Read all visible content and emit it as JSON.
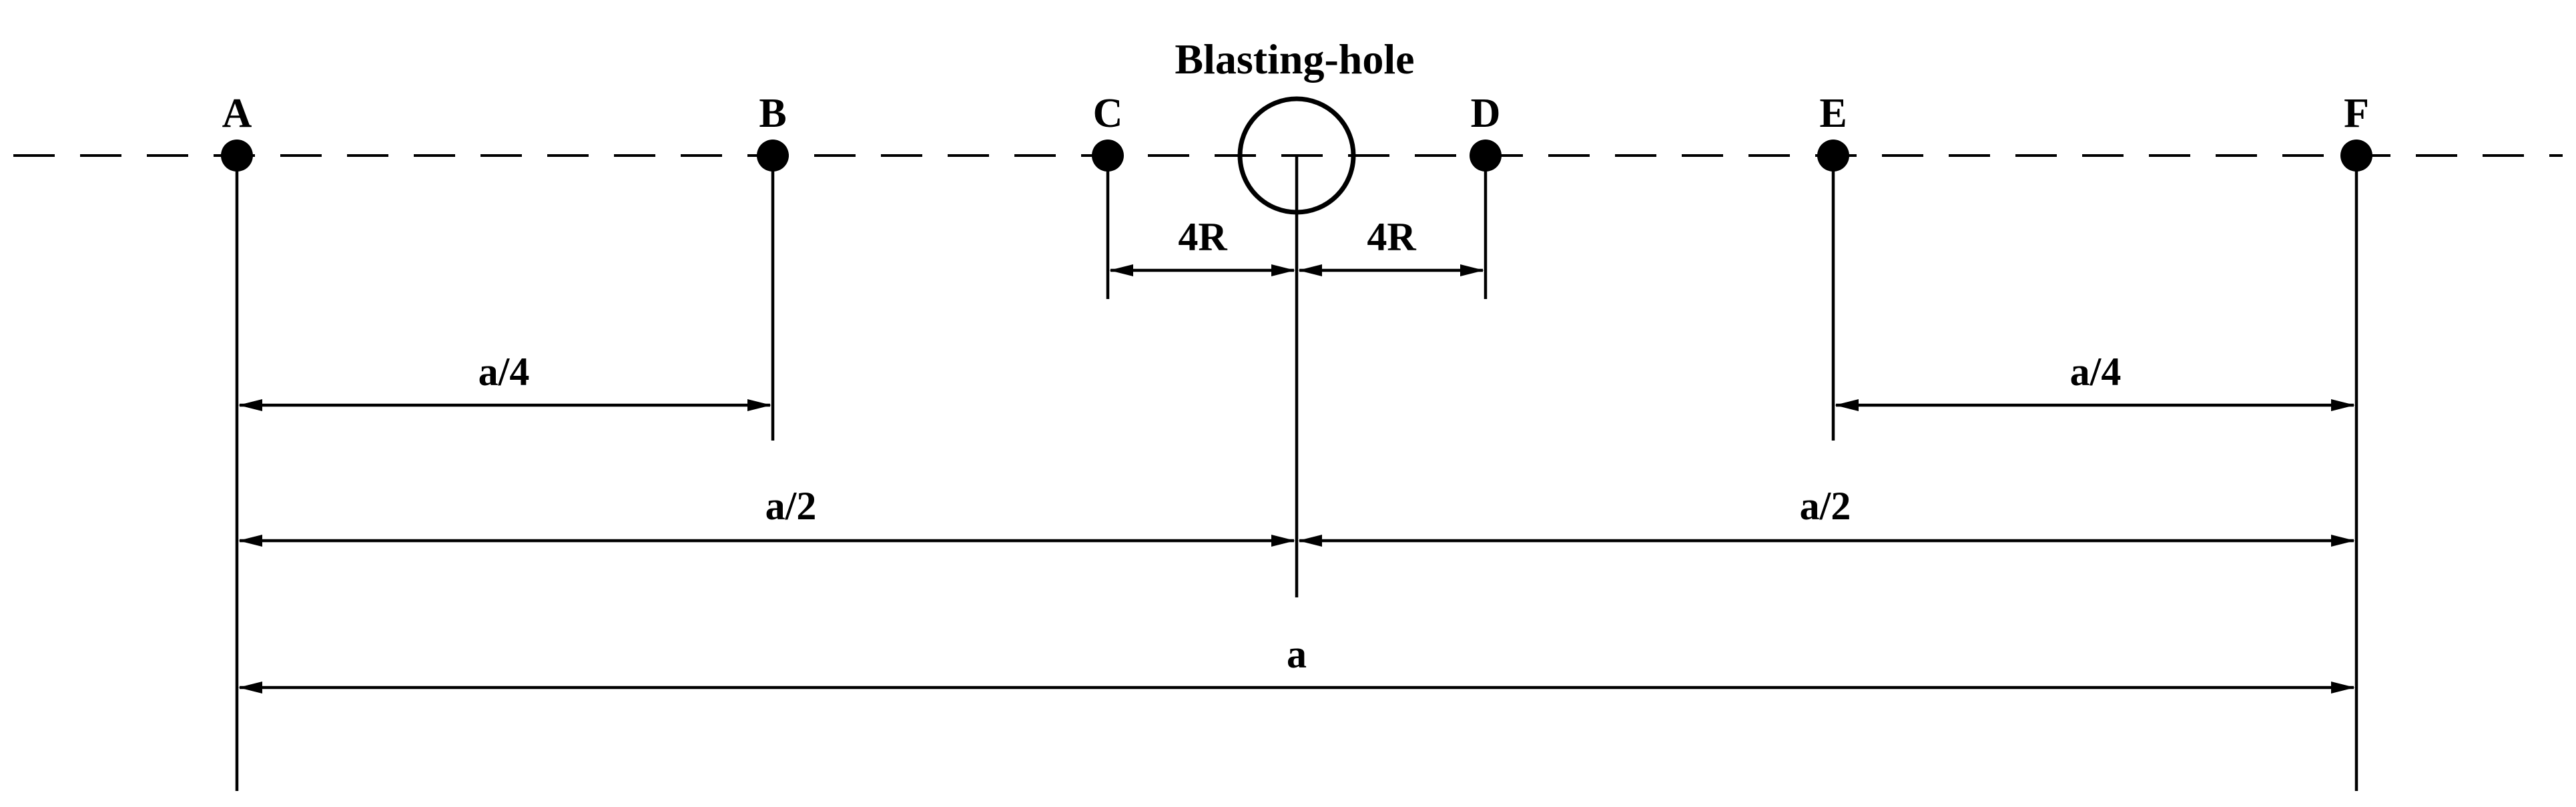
{
  "title": "Blasting-hole",
  "points": [
    {
      "id": "A",
      "label": "A"
    },
    {
      "id": "B",
      "label": "B"
    },
    {
      "id": "C",
      "label": "C"
    },
    {
      "id": "D",
      "label": "D"
    },
    {
      "id": "E",
      "label": "E"
    },
    {
      "id": "F",
      "label": "F"
    }
  ],
  "dimensions": {
    "c_to_hole": "4R",
    "hole_to_d": "4R",
    "a_to_b": "a/4",
    "e_to_f": "a/4",
    "a_to_hole": "a/2",
    "hole_to_f": "a/2",
    "a_to_f": "a"
  },
  "colors": {
    "ink": "#000000",
    "background": "#ffffff"
  }
}
